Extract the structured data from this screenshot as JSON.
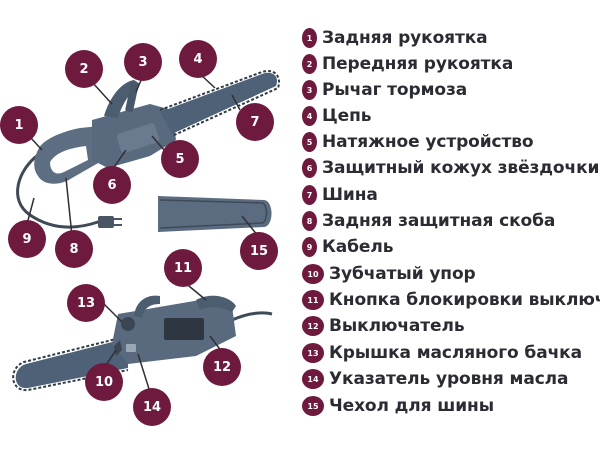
{
  "colors": {
    "marker": "#6e1a3f",
    "marker_text": "#ffffff",
    "legend_text": "#2b2b33",
    "saw_body": "#596a7e",
    "saw_bar": "#4f6176",
    "cable": "#3f4a57"
  },
  "callouts": [
    "1",
    "2",
    "3",
    "4",
    "5",
    "6",
    "7",
    "8",
    "9",
    "10",
    "11",
    "12",
    "13",
    "14",
    "15"
  ],
  "legend": [
    {
      "num": "1",
      "label": "Задняя рукоятка"
    },
    {
      "num": "2",
      "label": "Передняя рукоятка"
    },
    {
      "num": "3",
      "label": "Рычаг тормоза"
    },
    {
      "num": "4",
      "label": "Цепь"
    },
    {
      "num": "5",
      "label": "Натяжное устройство"
    },
    {
      "num": "6",
      "label": "Защитный кожух звёздочки"
    },
    {
      "num": "7",
      "label": "Шина"
    },
    {
      "num": "8",
      "label": "Задняя защитная скоба"
    },
    {
      "num": "9",
      "label": "Кабель"
    },
    {
      "num": "10",
      "label": "Зубчатый упор"
    },
    {
      "num": "11",
      "label": "Кнопка блокировки выключат"
    },
    {
      "num": "12",
      "label": "Выключатель"
    },
    {
      "num": "13",
      "label": "Крышка масляного бачка"
    },
    {
      "num": "14",
      "label": "Указатель уровня масла"
    },
    {
      "num": "15",
      "label": "Чехол для шины"
    }
  ]
}
